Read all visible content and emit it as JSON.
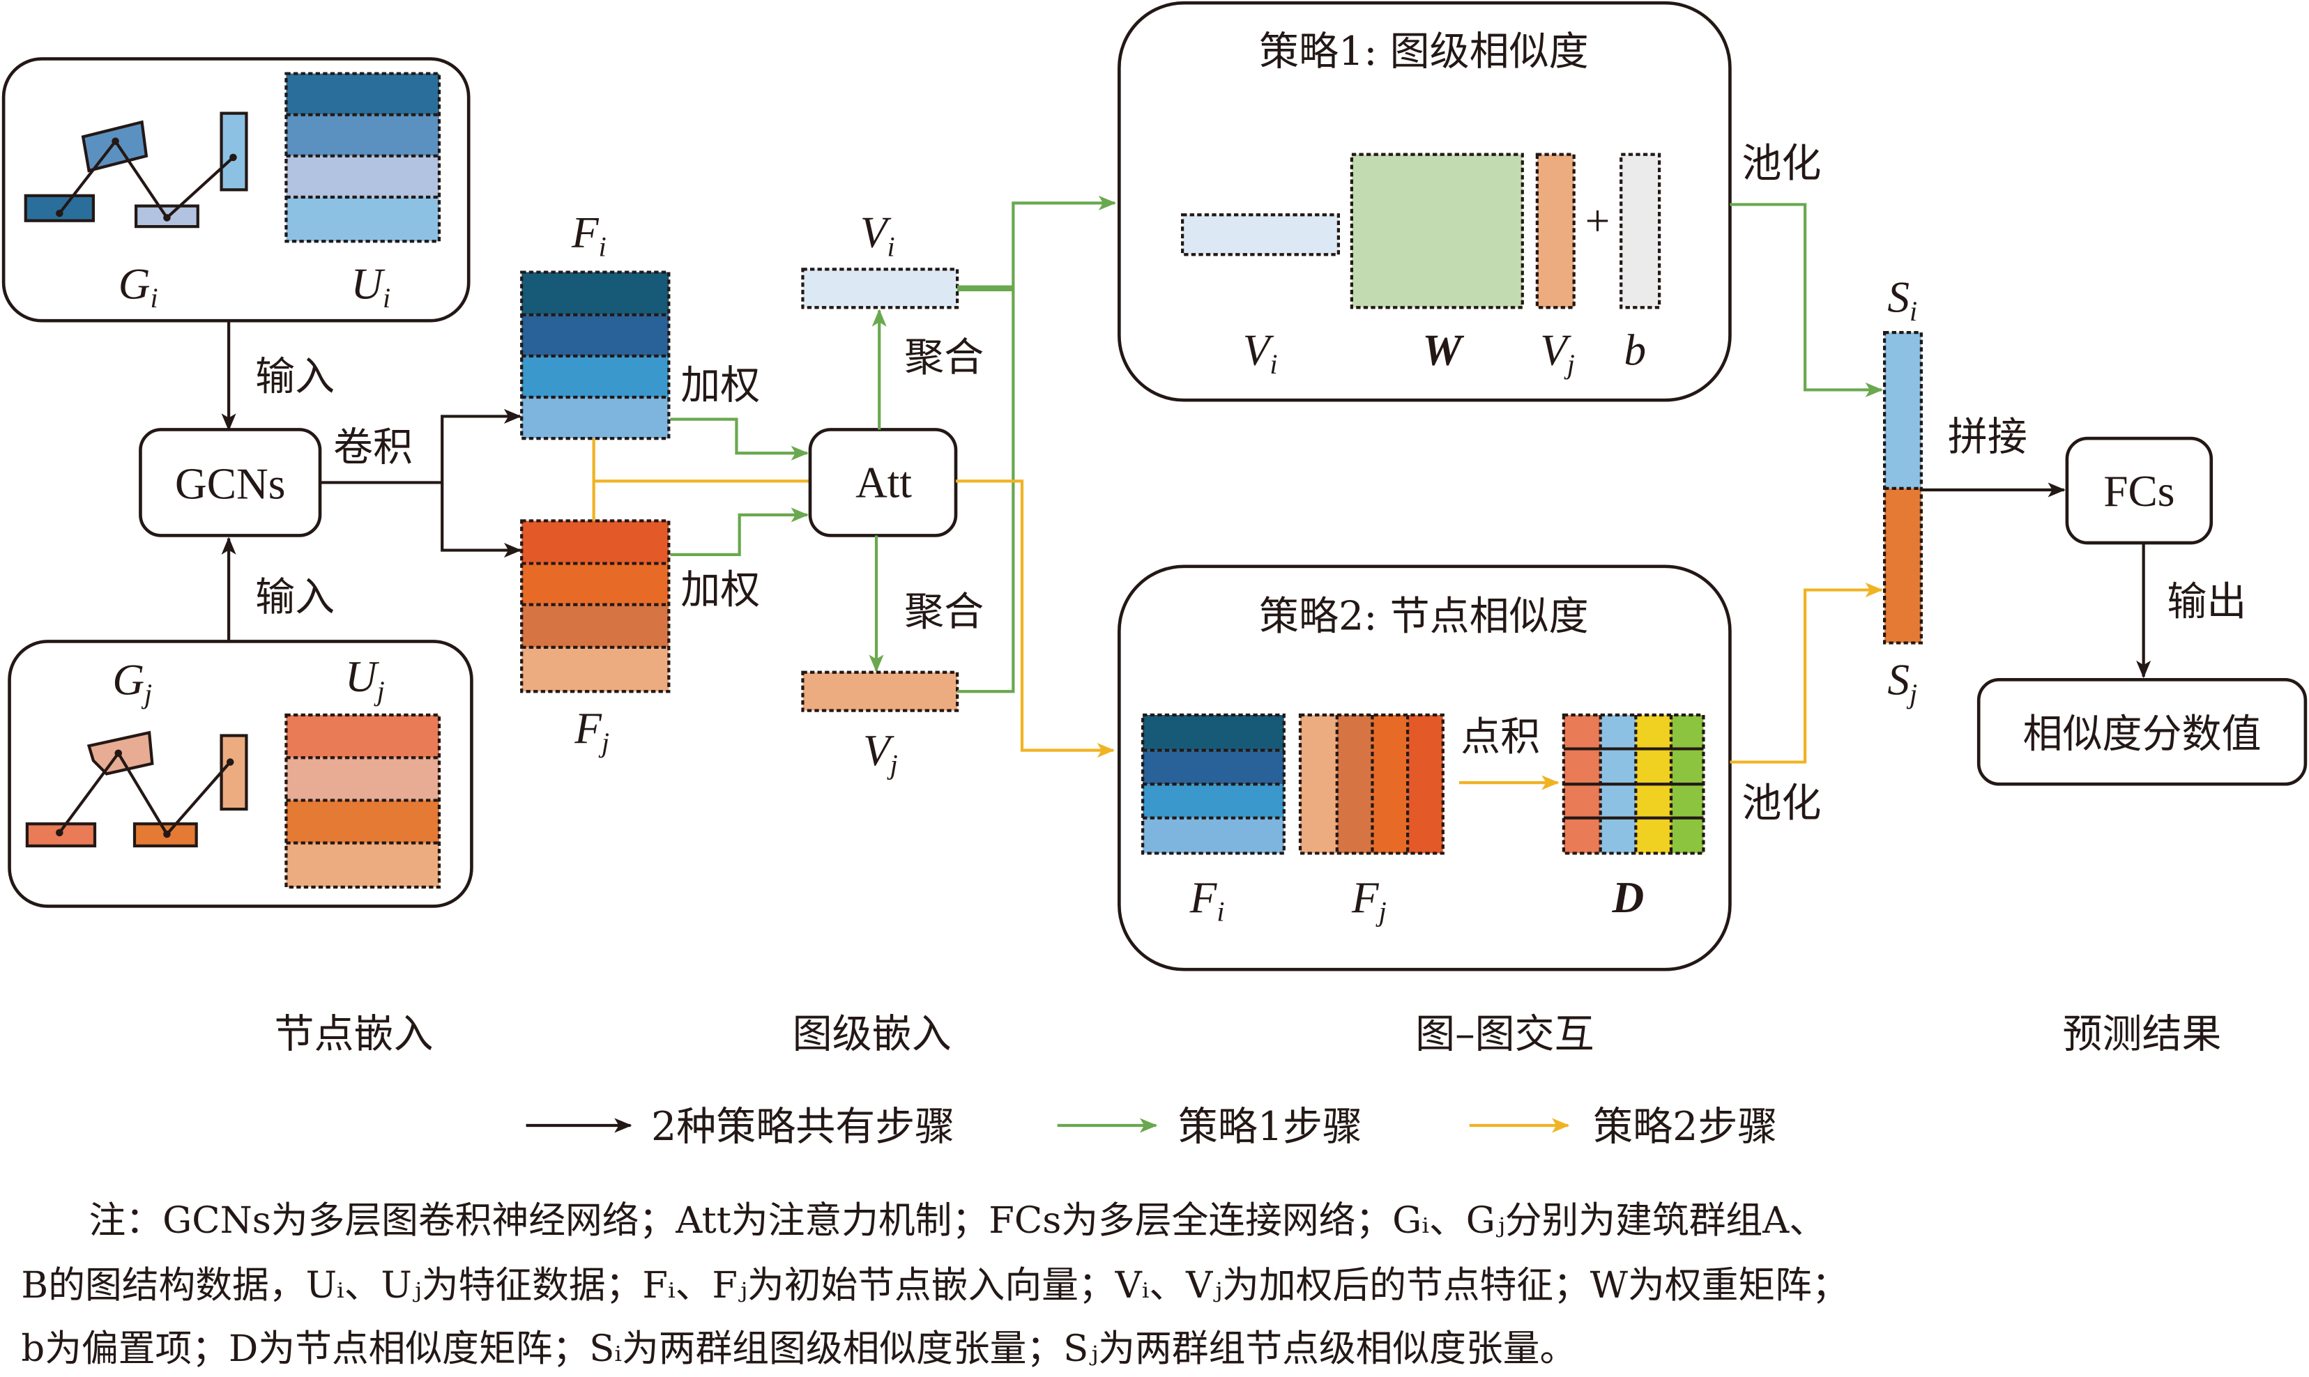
{
  "colors": {
    "common_arrow": "#231815",
    "strategy1_arrow": "#6aa84f",
    "strategy2_arrow": "#f0b323",
    "Ui_rows": [
      "#2a6f9b",
      "#5b91c0",
      "#b1c3e0",
      "#8cc1e4"
    ],
    "Uj_rows": [
      "#e97b56",
      "#e8ab94",
      "#e47a34",
      "#ecac80"
    ],
    "Fi_rows": [
      "#175a78",
      "#296298",
      "#3a98cc",
      "#7db5de"
    ],
    "Fj_rows": [
      "#e35a28",
      "#e76b27",
      "#d67443",
      "#ecac80"
    ],
    "Vi_fill": "#dce9f5",
    "Vj_fill": "#ecac80",
    "W_fill": "#c3dbb0",
    "b_fill": "#ebebeb",
    "Si_fill": "#8cc1e4",
    "Sj_fill": "#e47a34",
    "D_cols": [
      "#e97b56",
      "#8cc1e4",
      "#f0d020",
      "#8dc43f"
    ]
  },
  "node_embed": {
    "Gi": {
      "main": "G",
      "sub": "i"
    },
    "Ui": {
      "main": "U",
      "sub": "i"
    },
    "Gj": {
      "main": "G",
      "sub": "j"
    },
    "Uj": {
      "main": "U",
      "sub": "j"
    },
    "input_label_top": "输入",
    "input_label_bottom": "输入",
    "gcns_label": "GCNs",
    "conv_label": "卷积"
  },
  "graph_embed": {
    "Fi": {
      "main": "F",
      "sub": "i"
    },
    "Fj": {
      "main": "F",
      "sub": "j"
    },
    "weight_label_top": "加权",
    "weight_label_bottom": "加权",
    "att_label": "Att",
    "agg_label_top": "聚合",
    "agg_label_bottom": "聚合",
    "Vi": {
      "main": "V",
      "sub": "i"
    },
    "Vj": {
      "main": "V",
      "sub": "j"
    }
  },
  "strategy1": {
    "title": "策略1: 图级相似度",
    "Vi": {
      "main": "V",
      "sub": "i"
    },
    "W": "W",
    "Vj": {
      "main": "V",
      "sub": "j"
    },
    "plus": "+",
    "b": "b",
    "pool_label": "池化"
  },
  "strategy2": {
    "title": "策略2: 节点相似度",
    "Fi": {
      "main": "F",
      "sub": "i"
    },
    "Fj": {
      "main": "F",
      "sub": "j"
    },
    "dot_label": "点积",
    "D": "D",
    "pool_label": "池化"
  },
  "prediction": {
    "Si": {
      "main": "S",
      "sub": "i"
    },
    "Sj": {
      "main": "S",
      "sub": "j"
    },
    "concat_label": "拼接",
    "fcs_label": "FCs",
    "output_label": "输出",
    "result_label": "相似度分数值"
  },
  "stages": [
    "节点嵌入",
    "图级嵌入",
    "图–图交互",
    "预测结果"
  ],
  "legend": [
    {
      "label": "2种策略共有步骤",
      "color": "#231815"
    },
    {
      "label": "策略1步骤",
      "color": "#6aa84f"
    },
    {
      "label": "策略2步骤",
      "color": "#f0b323"
    }
  ],
  "note": {
    "line1": "注：GCNs为多层图卷积神经网络；Att为注意力机制；FCs为多层全连接网络；Gᵢ、Gⱼ分别为建筑群组A、",
    "line2": "B的图结构数据，Uᵢ、Uⱼ为特征数据；Fᵢ、Fⱼ为初始节点嵌入向量；Vᵢ、Vⱼ为加权后的节点特征；W为权重矩阵；",
    "line3": "b为偏置项；D为节点相似度矩阵；Sᵢ为两群组图级相似度张量；Sⱼ为两群组节点级相似度张量。"
  }
}
